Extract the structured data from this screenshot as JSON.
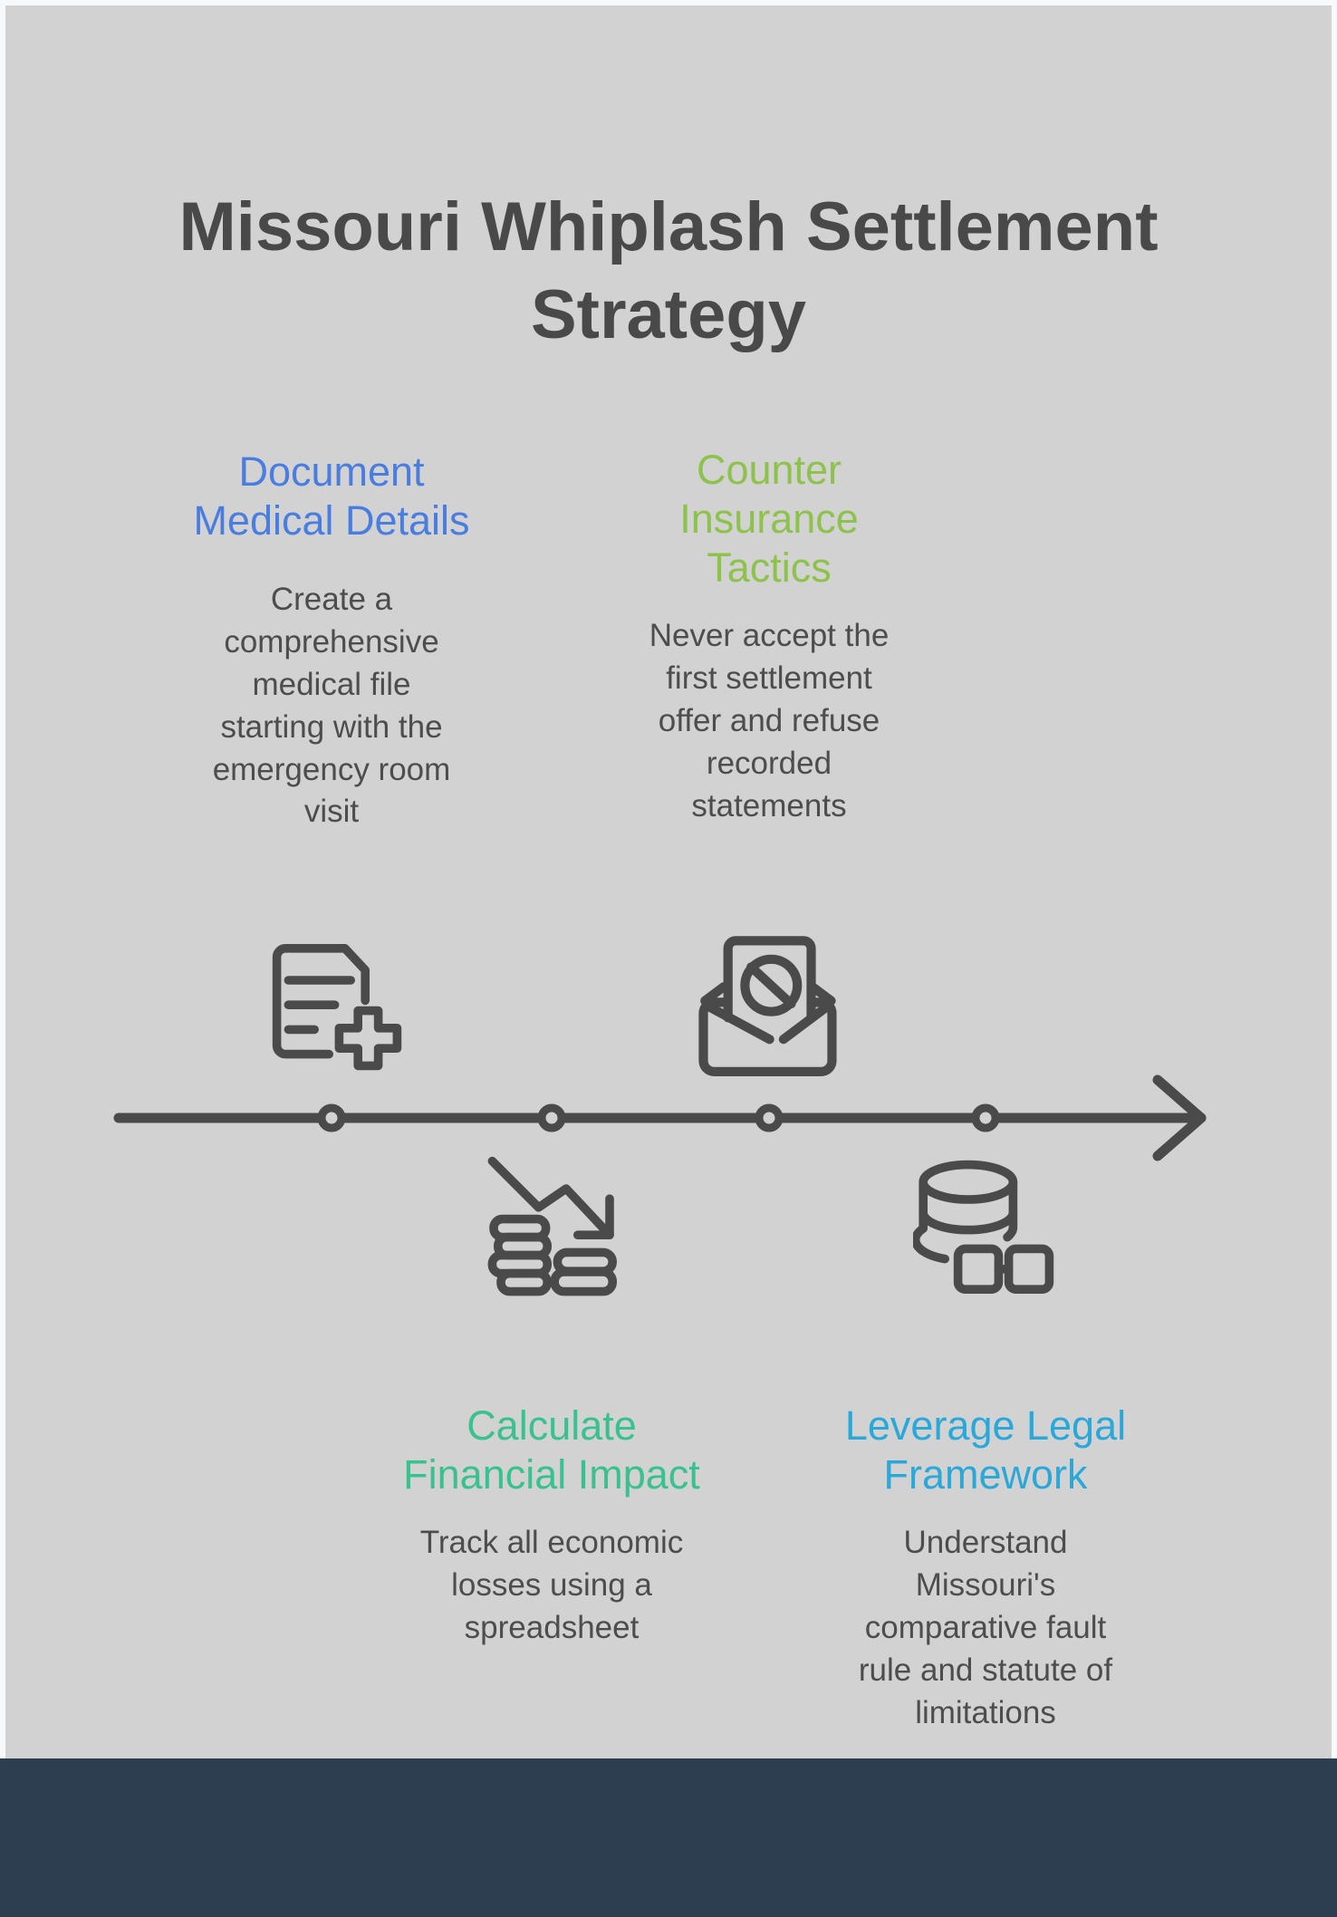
{
  "page": {
    "title": "Missouri Whiplash Settlement Strategy",
    "background_color": "#d2d2d2",
    "frame_color": "#f7f9fa",
    "footer_color": "#2c3e50",
    "ink_color": "#4a4a4a"
  },
  "timeline": {
    "orientation": "horizontal",
    "node_count": 4,
    "arrow_direction": "right"
  },
  "steps": [
    {
      "label": "Document Medical Details",
      "description": "Create a comprehensive medical file starting with the emergency room visit",
      "color": "#4a7de0",
      "icon": "document-plus-icon",
      "position": "above-line"
    },
    {
      "label": "Counter Insurance Tactics",
      "description": "Never accept the first settlement offer and refuse recorded statements",
      "color": "#8dc24b",
      "icon": "blocked-mail-icon",
      "position": "above-line"
    },
    {
      "label": "Calculate Financial Impact",
      "description": "Track all economic losses using a spreadsheet",
      "color": "#38c28f",
      "icon": "declining-coins-icon",
      "position": "below-line"
    },
    {
      "label": "Leverage Legal Framework",
      "description": "Understand Missouri's comparative fault rule and statute of limitations",
      "color": "#2aa8da",
      "icon": "legal-database-icon",
      "position": "below-line"
    }
  ]
}
